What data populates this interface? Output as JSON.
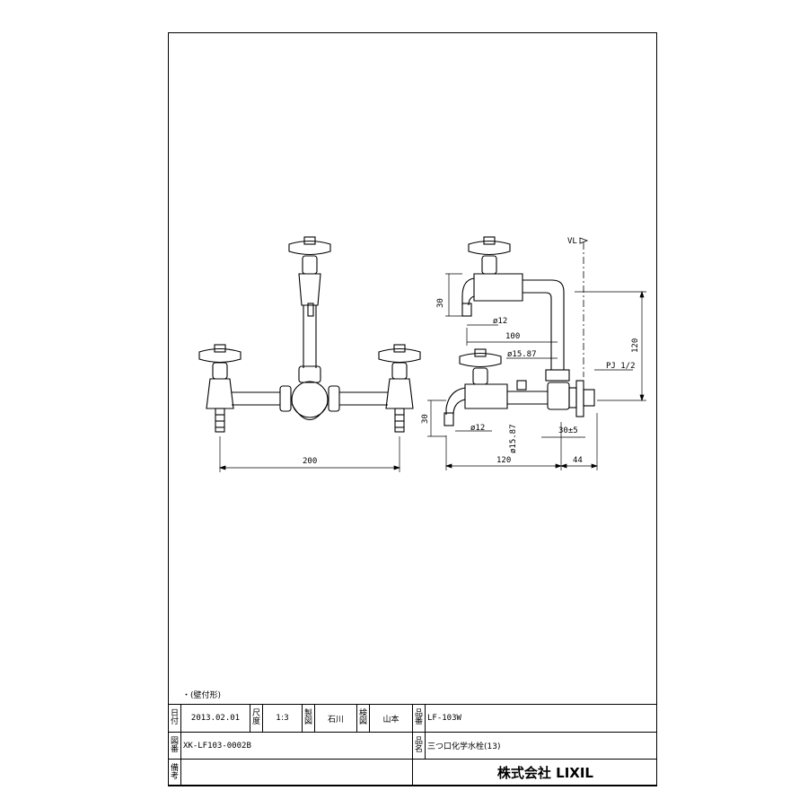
{
  "drawing": {
    "note": "・(壁付形)",
    "front_view": {
      "width_dim": "200"
    },
    "side_view": {
      "vl_label": "VL",
      "dims": {
        "upper_drop": "30",
        "upper_dia": "ø12",
        "upper_reach": "100",
        "pipe_dia": "ø15.87",
        "height": "120",
        "thread": "PJ 1/2",
        "lower_drop": "30",
        "lower_dia": "ø12",
        "riser_dia": "ø15.87",
        "wall_range": "30±5",
        "projection": "120",
        "flange": "44"
      }
    }
  },
  "title_block": {
    "date_label": "日付",
    "date": "2013.02.01",
    "scale_label": "尺度",
    "scale": "1:3",
    "drawn_label": "製図",
    "drawn_by": "石川",
    "checked_label": "検図",
    "checked_by": "山本",
    "model_label": "品番",
    "model": "LF-103W",
    "drawing_no_label": "図番",
    "drawing_no": "XK-LF103-0002B",
    "product_name_label": "品名",
    "product_name": "三つ口化学水栓(13)",
    "remarks_label": "備考",
    "company": "株式会社 LIXIL"
  }
}
